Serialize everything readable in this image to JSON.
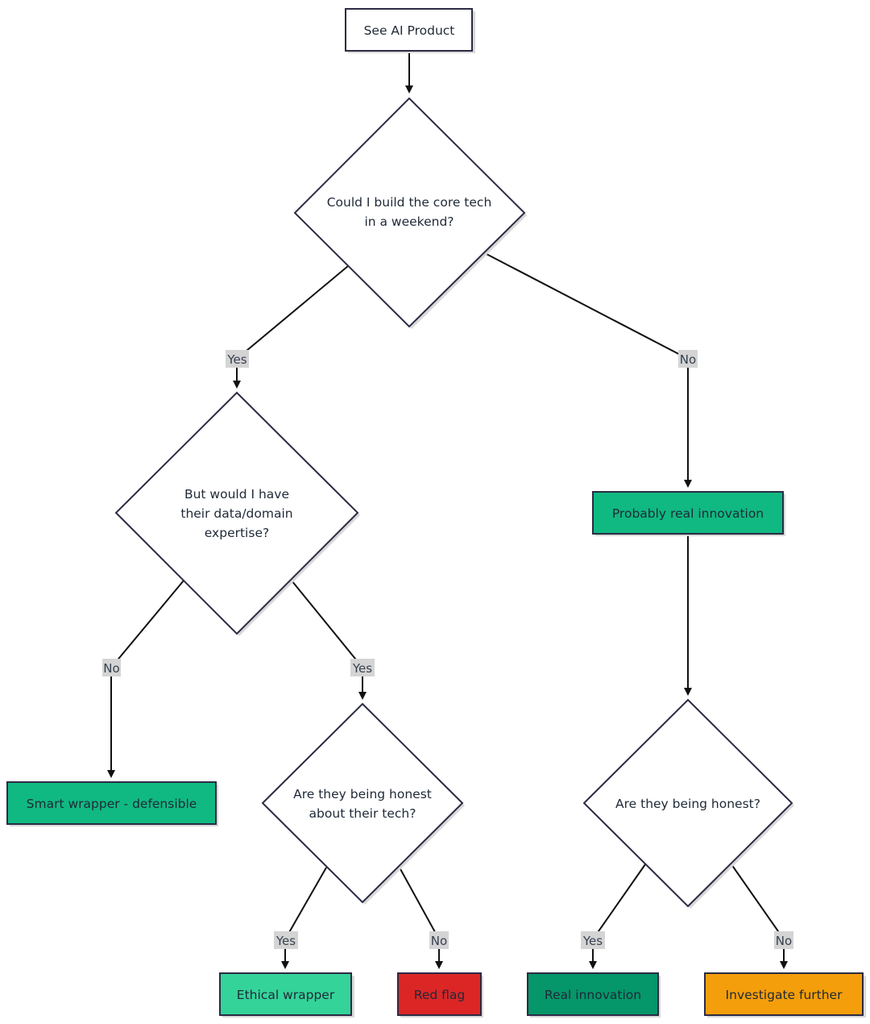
{
  "colors": {
    "start_fill": "#ffffff",
    "decision_fill": "#ffffff",
    "outline": "#2b2b44",
    "positive_outcome": "#10b981",
    "light_positive_outcome": "#34d399",
    "dark_positive_outcome": "#059669",
    "red_flag": "#dc2626",
    "warning": "#f59e0b",
    "edge": "#111111",
    "edge_label_bg": "#d4d4d4"
  },
  "nodes": {
    "start": {
      "label": "See AI Product",
      "shape": "rectangle"
    },
    "q_weekend": {
      "label": "Could I build the core tech in a weekend?",
      "shape": "diamond",
      "lines": [
        "Could I build the core tech",
        "in a weekend?"
      ]
    },
    "q_data": {
      "label": "But would I have their data/domain expertise?",
      "shape": "diamond",
      "lines": [
        "But would I have",
        "their data/domain",
        "expertise?"
      ]
    },
    "probably_real": {
      "label": "Probably real innovation",
      "shape": "rectangle"
    },
    "smart_wrapper": {
      "label": "Smart wrapper - defensible",
      "shape": "rectangle"
    },
    "q_honest_tech": {
      "label": "Are they being honest about their tech?",
      "shape": "diamond",
      "lines": [
        "Are they being honest",
        "about their tech?"
      ]
    },
    "q_honest": {
      "label": "Are they being honest?",
      "shape": "diamond",
      "lines": [
        "Are they being honest?"
      ]
    },
    "ethical_wrapper": {
      "label": "Ethical wrapper",
      "shape": "rectangle"
    },
    "red_flag": {
      "label": "Red flag",
      "shape": "rectangle"
    },
    "real_innovation": {
      "label": "Real innovation",
      "shape": "rectangle"
    },
    "investigate": {
      "label": "Investigate further",
      "shape": "rectangle"
    }
  },
  "edges": [
    {
      "from": "start",
      "to": "q_weekend",
      "label": ""
    },
    {
      "from": "q_weekend",
      "to": "q_data",
      "label": "Yes"
    },
    {
      "from": "q_weekend",
      "to": "probably_real",
      "label": "No"
    },
    {
      "from": "q_data",
      "to": "smart_wrapper",
      "label": "No"
    },
    {
      "from": "q_data",
      "to": "q_honest_tech",
      "label": "Yes"
    },
    {
      "from": "probably_real",
      "to": "q_honest",
      "label": ""
    },
    {
      "from": "q_honest_tech",
      "to": "ethical_wrapper",
      "label": "Yes"
    },
    {
      "from": "q_honest_tech",
      "to": "red_flag",
      "label": "No"
    },
    {
      "from": "q_honest",
      "to": "real_innovation",
      "label": "Yes"
    },
    {
      "from": "q_honest",
      "to": "investigate",
      "label": "No"
    }
  ]
}
